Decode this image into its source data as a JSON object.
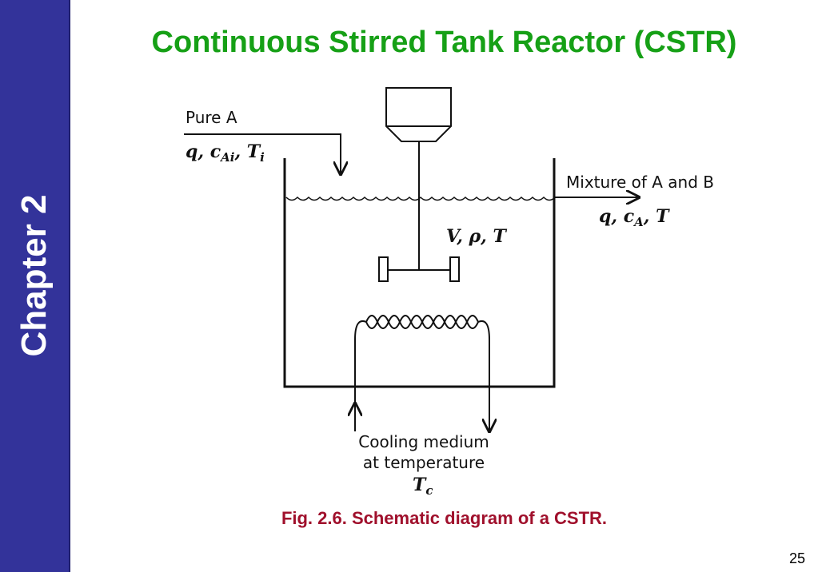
{
  "sidebar": {
    "label": "Chapter 2"
  },
  "title": "Continuous Stirred Tank Reactor (CSTR)",
  "diagram": {
    "inlet_label": "Pure A",
    "inlet_vars": {
      "a": "q, c",
      "a_sub": "Ai",
      "b": ", T",
      "b_sub": "i"
    },
    "outlet_label": "Mixture of A and B",
    "outlet_vars": {
      "a": "q, c",
      "a_sub": "A",
      "b": ", T"
    },
    "tank_vars": "V, ρ, T",
    "coolant_line1": "Cooling medium",
    "coolant_line2": "at temperature",
    "coolant_var": {
      "a": "T",
      "a_sub": "c"
    }
  },
  "caption": "Fig. 2.6. Schematic diagram of a CSTR.",
  "page_number": "25"
}
